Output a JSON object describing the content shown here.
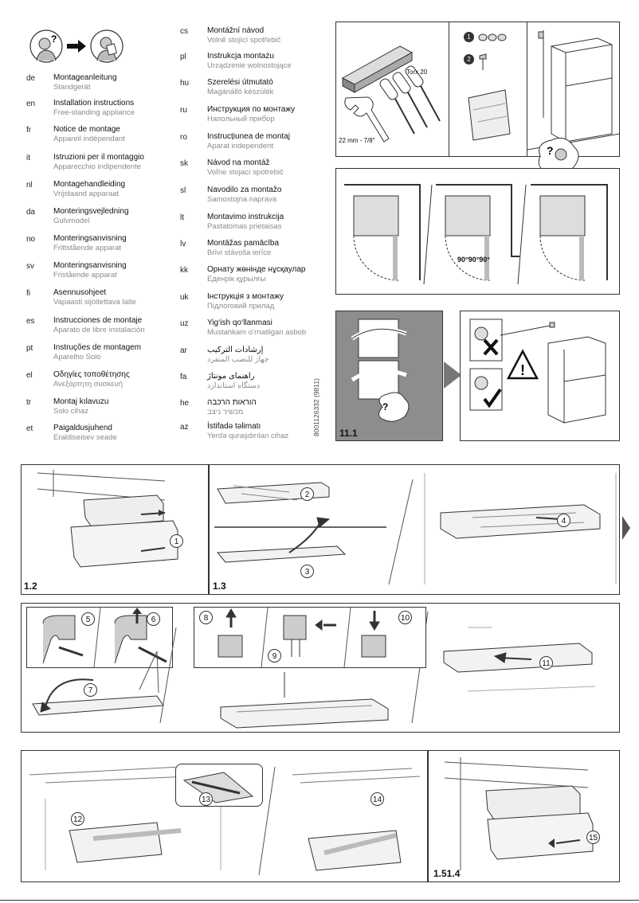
{
  "languages_left": [
    {
      "code": "de",
      "title": "Montageanleitung",
      "subtitle": "Standgerät"
    },
    {
      "code": "en",
      "title": "Installation instructions",
      "subtitle": "Free-standing appliance"
    },
    {
      "code": "fr",
      "title": "Notice de montage",
      "subtitle": "Appareil indépendant"
    },
    {
      "code": "it",
      "title": "Istruzioni per il montaggio",
      "subtitle": "Apparecchio indipendente"
    },
    {
      "code": "nl",
      "title": "Montagehandleiding",
      "subtitle": "Vrijstaand apparaat"
    },
    {
      "code": "da",
      "title": "Monteringsvejledning",
      "subtitle": "Gulvmodel"
    },
    {
      "code": "no",
      "title": "Monteringsanvisning",
      "subtitle": "Frittstående apparat"
    },
    {
      "code": "sv",
      "title": "Monteringsanvisning",
      "subtitle": "Fristående apparat"
    },
    {
      "code": "fi",
      "title": "Asennusohjeet",
      "subtitle": "Vapaasti sijoitettava laite"
    },
    {
      "code": "es",
      "title": "Instrucciones de montaje",
      "subtitle": "Aparato de libre instalación"
    },
    {
      "code": "pt",
      "title": "Instruções de montagem",
      "subtitle": "Aparelho Solo"
    },
    {
      "code": "el",
      "title": "Οδηγίες τοποθέτησης",
      "subtitle": "Ανεξάρτητη συσκευή"
    },
    {
      "code": "tr",
      "title": "Montaj kılavuzu",
      "subtitle": "Solo cihaz"
    },
    {
      "code": "et",
      "title": "Paigaldusjuhend",
      "subtitle": "Eraldiseisev seade"
    }
  ],
  "languages_right": [
    {
      "code": "cs",
      "title": "Montážní návod",
      "subtitle": "Volně stojící spotřebič"
    },
    {
      "code": "pl",
      "title": "Instrukcja montażu",
      "subtitle": "Urządzenie wolnostojące"
    },
    {
      "code": "hu",
      "title": "Szerelési útmutató",
      "subtitle": "Magánálló készülék"
    },
    {
      "code": "ru",
      "title": "Инструкция по монтажу",
      "subtitle": "Напольный прибор"
    },
    {
      "code": "ro",
      "title": "Instrucțiunea de montaj",
      "subtitle": "Aparat independent"
    },
    {
      "code": "sk",
      "title": "Návod na montáž",
      "subtitle": "Voľne stojací spotrebič"
    },
    {
      "code": "sl",
      "title": "Navodilo za montažo",
      "subtitle": "Samostojna naprava"
    },
    {
      "code": "lt",
      "title": "Montavimo instrukcija",
      "subtitle": "Pastatomas prietaisas"
    },
    {
      "code": "lv",
      "title": "Montāžas pamācība",
      "subtitle": "Brīvi stāvoša ierīce"
    },
    {
      "code": "kk",
      "title": "Орнату жөнінде нұсқаулар",
      "subtitle": "Еденрік құрылғы"
    },
    {
      "code": "uk",
      "title": "Інструкція з монтажу",
      "subtitle": "Підлоговий прилад"
    },
    {
      "code": "uz",
      "title": "Yig‘ish qo‘llanmasi",
      "subtitle": "Mustahkam o‘rnatilgan asbob"
    },
    {
      "code": "ar",
      "title": "إرشادات التركيب",
      "subtitle": "جهاز للنصب المنفرد"
    },
    {
      "code": "fa",
      "title": "راهنمای مونتاژ",
      "subtitle": "دستگاه استاندارد"
    },
    {
      "code": "he",
      "title": "הוראות הרכבה",
      "subtitle": "מכשיר ניצב"
    },
    {
      "code": "az",
      "title": "İstifadə təlimatı",
      "subtitle": "Yerdə quraşdırılan cihaz"
    }
  ],
  "document_number": "8001126332 (9811)",
  "tools": {
    "torx_label": "Torx 20",
    "wrench_label": "22 mm - 7/8\""
  },
  "parts_steps": [
    "1",
    "2"
  ],
  "angle_label": "90°90°90°",
  "figures": {
    "f11_1": "11.1",
    "f1_2": "1.2",
    "f1_3": "1.3",
    "f1_51_4": "1.51.4"
  },
  "steps": [
    "1",
    "2",
    "3",
    "4",
    "5",
    "6",
    "7",
    "8",
    "9",
    "10",
    "11",
    "12",
    "13",
    "14",
    "15"
  ],
  "colors": {
    "panel_grey": "#8d8d8d",
    "line": "#333333",
    "subtitle": "#8a8a8a"
  }
}
